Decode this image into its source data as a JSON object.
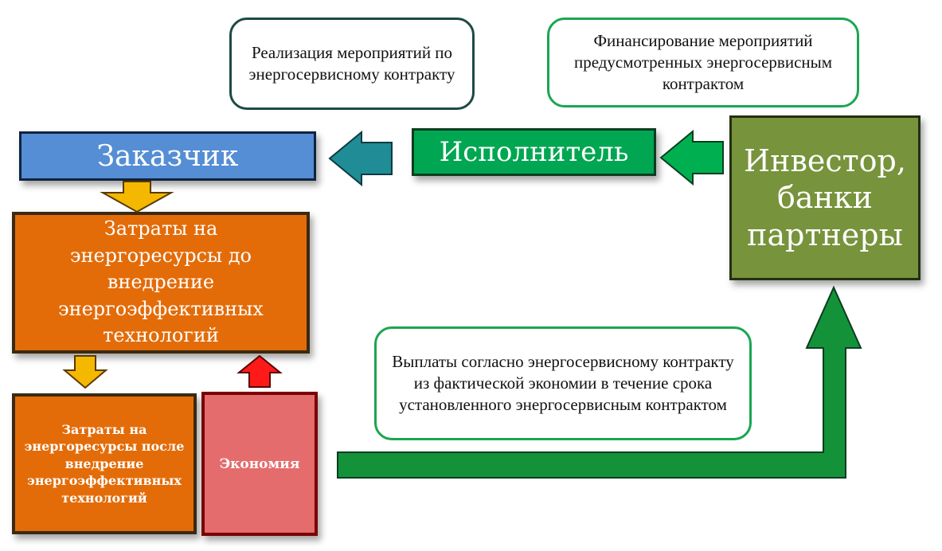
{
  "callouts": {
    "realization": "Реализация мероприятий по энергосервисному контракту",
    "financing": "Финансирование мероприятий предусмотренных энергосервисным контрактом",
    "payments": "Выплаты согласно энергосервисному контракту из фактической экономии в течение срока установленного энергосервисным контрактом"
  },
  "boxes": {
    "customer": "Заказчик",
    "contractor": "Исполнитель",
    "investor_line1": "Инвестор,",
    "investor_line2": "банки",
    "investor_line3": "партнеры",
    "costs_before": "Затраты на энергоресурсы до внедрение энергоэффективных технологий",
    "costs_after": "Затраты на энергоресурсы после внедрение энергоэффективных технологий",
    "savings": "Экономия"
  },
  "colors": {
    "customer": "#558ed5",
    "contractor": "#00a651",
    "investor": "#77933c",
    "costs": "#e36c09",
    "savings": "#e46c6c",
    "payment_arrow": "#14923a",
    "teal_arrow": "#1f8c96",
    "yellow_arrow": "#f5b800",
    "red_arrow": "#ff1a1a"
  }
}
